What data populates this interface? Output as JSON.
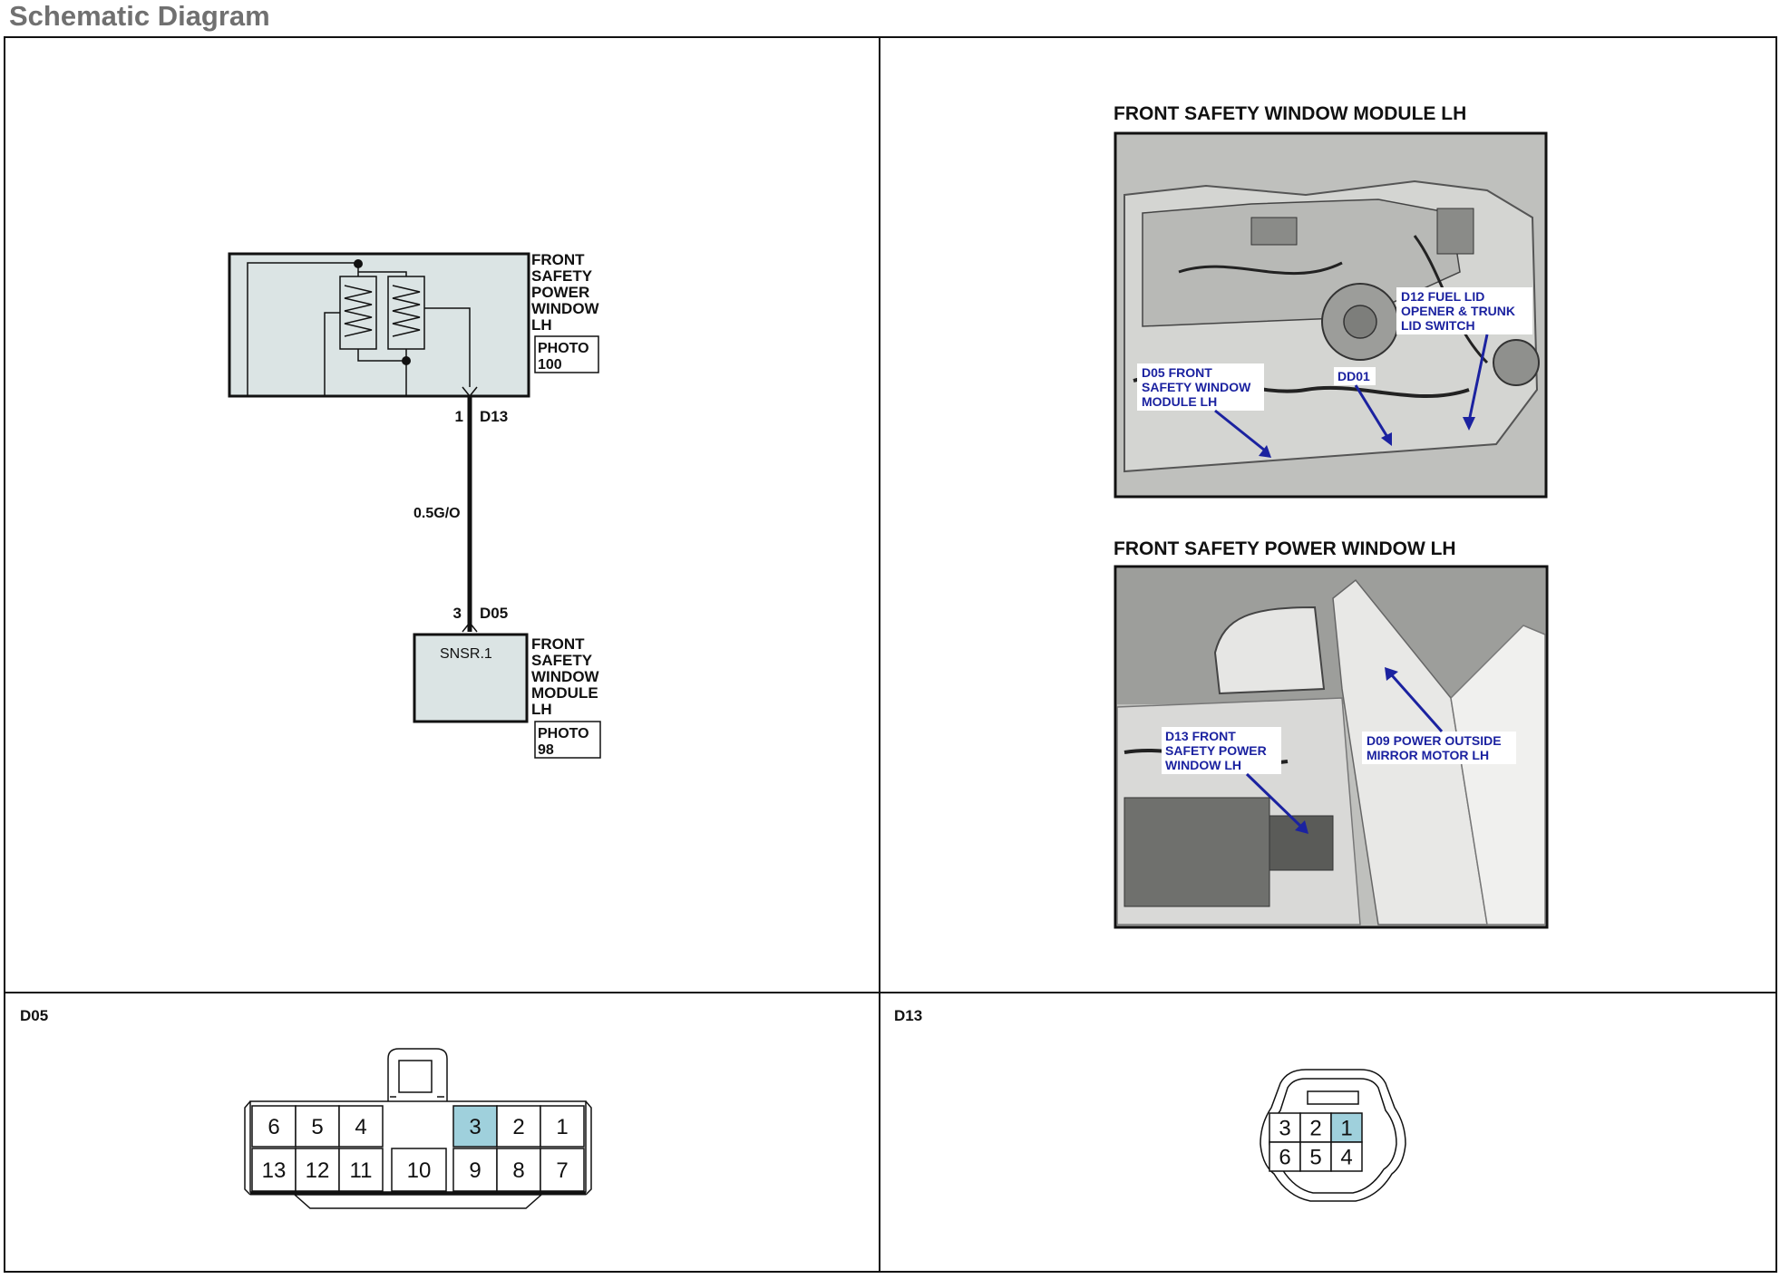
{
  "page_title": "Schematic Diagram",
  "colors": {
    "component_fill": "#dbe4e4",
    "pin_highlight": "#9fd0dc",
    "callout_text": "#1b22a0",
    "title_gray": "#707070"
  },
  "schematic": {
    "top_component": {
      "name_lines": [
        "FRONT",
        "SAFETY",
        "POWER",
        "WINDOW",
        "LH"
      ],
      "photo_lines": [
        "PHOTO",
        "100"
      ],
      "pin": "1",
      "connector": "D13"
    },
    "wire": {
      "label": "0.5G/O"
    },
    "bottom_component": {
      "inner_label": "SNSR.1",
      "name_lines": [
        "FRONT",
        "SAFETY",
        "WINDOW",
        "MODULE",
        "LH"
      ],
      "photo_lines": [
        "PHOTO",
        "98"
      ],
      "pin": "3",
      "connector": "D05"
    }
  },
  "photos": [
    {
      "title": "FRONT SAFETY WINDOW MODULE LH",
      "callouts": [
        {
          "lines": [
            "D12 FUEL LID",
            "OPENER & TRUNK",
            "LID SWITCH"
          ]
        },
        {
          "lines": [
            "D05 FRONT",
            "SAFETY WINDOW",
            "MODULE LH"
          ]
        },
        {
          "lines": [
            "DD01"
          ]
        }
      ]
    },
    {
      "title": "FRONT SAFETY POWER WINDOW LH",
      "callouts": [
        {
          "lines": [
            "D13 FRONT",
            "SAFETY POWER",
            "WINDOW LH"
          ]
        },
        {
          "lines": [
            "D09 POWER OUTSIDE",
            "MIRROR MOTOR LH"
          ]
        }
      ]
    }
  ],
  "connectors": {
    "d05": {
      "label": "D05",
      "top_row": [
        "6",
        "5",
        "4",
        "3",
        "2",
        "1"
      ],
      "bottom_row": [
        "13",
        "12",
        "11",
        "10",
        "9",
        "8",
        "7"
      ],
      "highlight_pin": "3"
    },
    "d13": {
      "label": "D13",
      "top_row": [
        "3",
        "2",
        "1"
      ],
      "bottom_row": [
        "6",
        "5",
        "4"
      ],
      "highlight_pin": "1"
    }
  }
}
